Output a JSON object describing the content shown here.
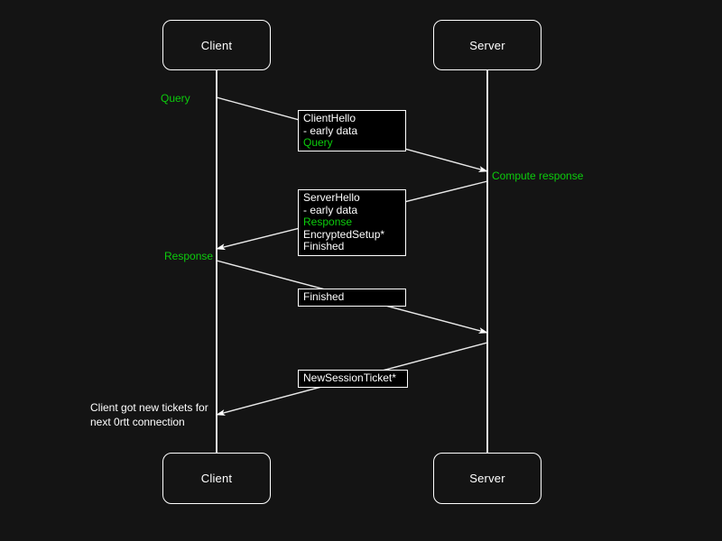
{
  "colors": {
    "background": "#141414",
    "box_fill": "#000000",
    "line": "#ffffff",
    "green": "#0ccc0c",
    "text": "#ffffff"
  },
  "actors": {
    "top": [
      {
        "label": "Client"
      },
      {
        "label": "Server"
      }
    ],
    "bottom": [
      {
        "label": "Client"
      },
      {
        "label": "Server"
      }
    ]
  },
  "annotations": {
    "query": {
      "text": "Query",
      "tone": "green"
    },
    "compute_response": {
      "text": "Compute response",
      "tone": "green"
    },
    "response": {
      "text": "Response",
      "tone": "green"
    },
    "note": {
      "lines": [
        {
          "text": "Client got new tickets for",
          "tone": "white"
        },
        {
          "text": "next 0rtt connection",
          "tone": "white"
        }
      ]
    }
  },
  "messages": {
    "client_hello": {
      "lines": [
        {
          "text": "ClientHello",
          "tone": "white"
        },
        {
          "text": "- early data",
          "tone": "white"
        },
        {
          "text": "Query",
          "tone": "green"
        }
      ]
    },
    "server_hello": {
      "lines": [
        {
          "text": "ServerHello",
          "tone": "white"
        },
        {
          "text": "- early data",
          "tone": "white"
        },
        {
          "text": "Response",
          "tone": "green"
        },
        {
          "text": "EncryptedSetup*",
          "tone": "white"
        },
        {
          "text": "Finished",
          "tone": "white"
        }
      ]
    },
    "finished": {
      "lines": [
        {
          "text": "Finished",
          "tone": "white"
        }
      ]
    },
    "new_session_ticket": {
      "lines": [
        {
          "text": "NewSessionTicket*",
          "tone": "white"
        }
      ]
    }
  }
}
